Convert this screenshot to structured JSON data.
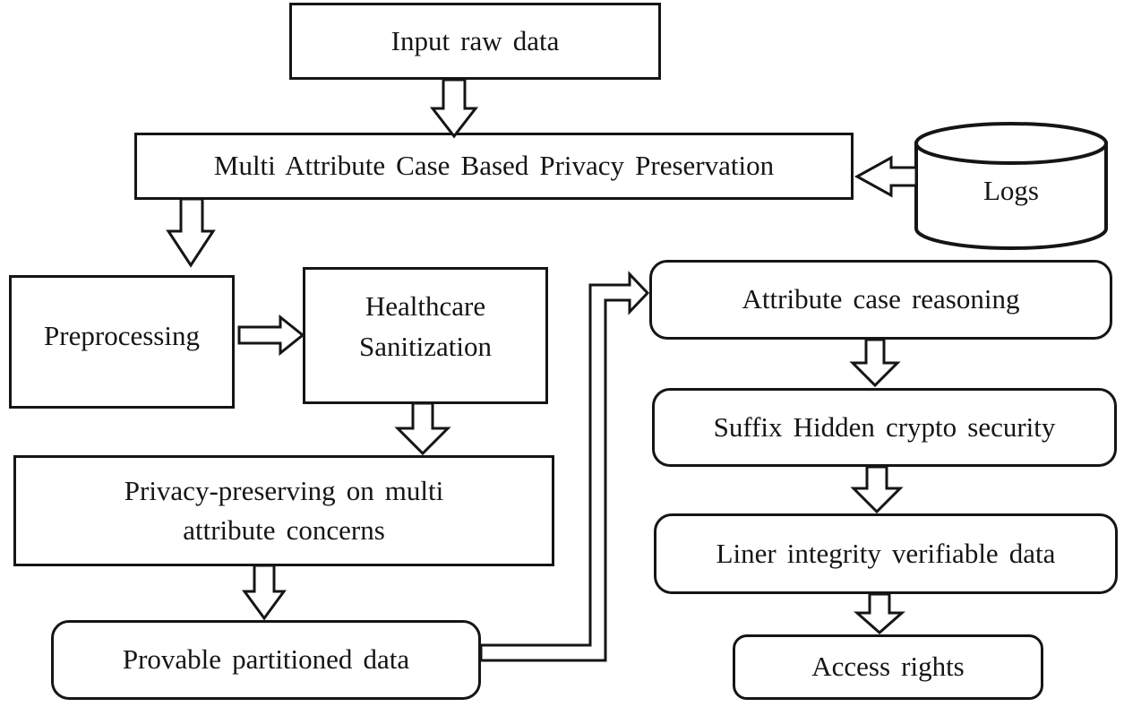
{
  "diagram": {
    "type": "flowchart",
    "colors": {
      "stroke": "#151515",
      "node_fill": "#ffffff",
      "text": "#151515",
      "background": "#ffffff"
    },
    "nodes": {
      "input": {
        "label": "Input raw data",
        "shape": "rectangle"
      },
      "macbpp": {
        "label": "Multi Attribute Case Based Privacy Preservation",
        "shape": "rectangle"
      },
      "logs": {
        "label": "Logs",
        "shape": "cylinder"
      },
      "preprocessing": {
        "label": "Preprocessing",
        "shape": "rectangle"
      },
      "healthcare": {
        "label": "Healthcare\nSanitization",
        "shape": "rectangle"
      },
      "privacy": {
        "label": "Privacy-preserving on multi\nattribute concerns",
        "shape": "rectangle"
      },
      "provable": {
        "label": "Provable partitioned data",
        "shape": "rounded-rectangle"
      },
      "attribute_case": {
        "label": "Attribute case reasoning",
        "shape": "rounded-rectangle"
      },
      "suffix": {
        "label": "Suffix Hidden crypto security",
        "shape": "rounded-rectangle"
      },
      "liner": {
        "label": "Liner integrity verifiable data",
        "shape": "rounded-rectangle"
      },
      "access": {
        "label": "Access rights",
        "shape": "rounded-rectangle"
      }
    },
    "edges": [
      {
        "from": "input",
        "to": "macbpp",
        "style": "hollow-block-arrow",
        "direction": "down"
      },
      {
        "from": "logs",
        "to": "macbpp",
        "style": "hollow-block-arrow",
        "direction": "left"
      },
      {
        "from": "macbpp",
        "to": "preprocessing",
        "style": "hollow-block-arrow",
        "direction": "down"
      },
      {
        "from": "preprocessing",
        "to": "healthcare",
        "style": "hollow-block-arrow",
        "direction": "right"
      },
      {
        "from": "healthcare",
        "to": "privacy",
        "style": "hollow-block-arrow",
        "direction": "down"
      },
      {
        "from": "privacy",
        "to": "provable",
        "style": "hollow-block-arrow",
        "direction": "down"
      },
      {
        "from": "provable",
        "to": "attribute_case",
        "style": "double-line-elbow-open-arrow",
        "direction": "right-up-right"
      },
      {
        "from": "attribute_case",
        "to": "suffix",
        "style": "hollow-block-arrow",
        "direction": "down"
      },
      {
        "from": "suffix",
        "to": "liner",
        "style": "hollow-block-arrow",
        "direction": "down"
      },
      {
        "from": "liner",
        "to": "access",
        "style": "hollow-block-arrow",
        "direction": "down"
      }
    ]
  }
}
